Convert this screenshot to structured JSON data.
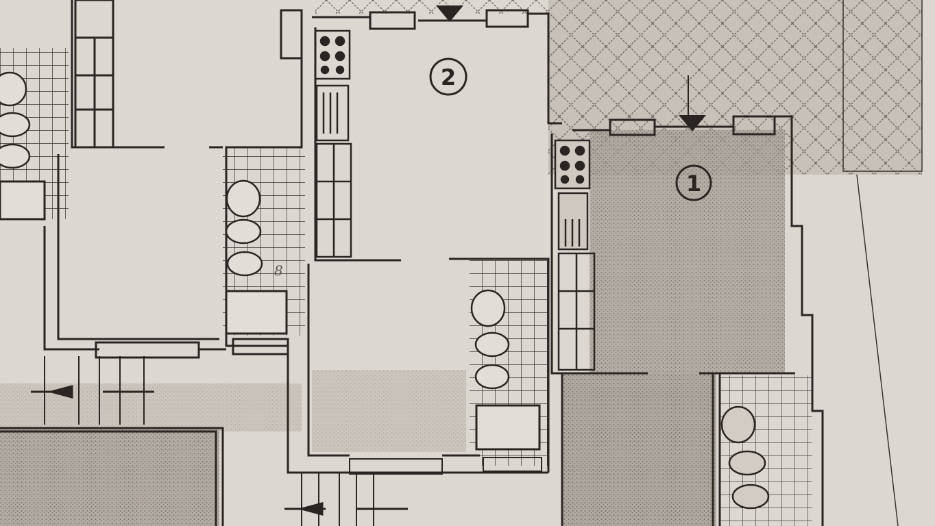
{
  "document": {
    "type": "photographed architectural floor plan",
    "colors": {
      "paper": "#d9d4ce",
      "paper_light": "#e2ddd7",
      "ink": "#2a2522",
      "hatch_area": "#b9b3ac",
      "dark_area": "#9d968f"
    }
  },
  "units": [
    {
      "id": "unit-1",
      "label": "1"
    },
    {
      "id": "unit-2",
      "label": "2"
    }
  ],
  "annotations": {
    "handwritten_mark": "8"
  },
  "entrances": [
    {
      "unit": "2",
      "direction": "down"
    },
    {
      "unit": "1",
      "direction": "down"
    }
  ]
}
